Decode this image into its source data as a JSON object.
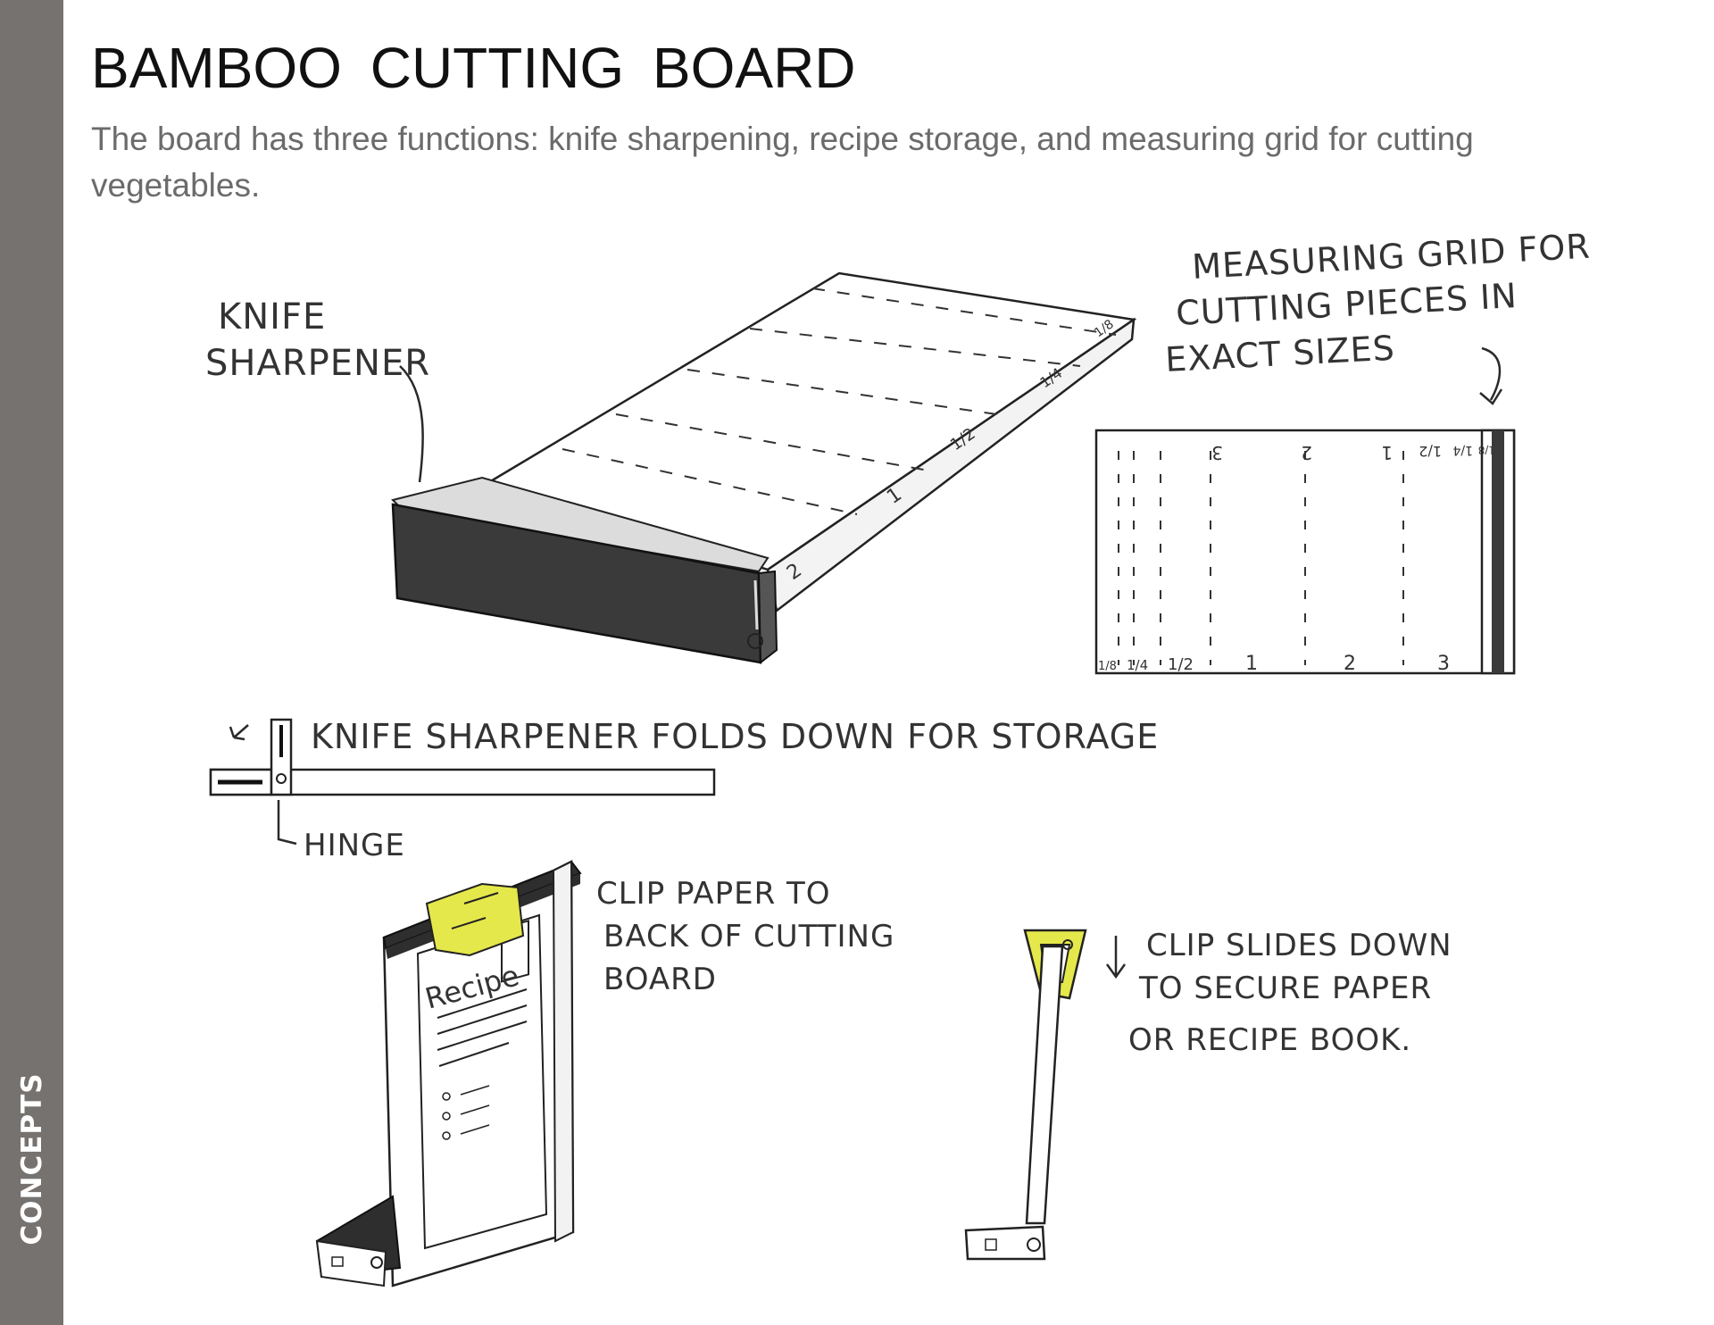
{
  "sidebar": {
    "label": "CONCEPTS"
  },
  "header": {
    "title": "BAMBOO  CUTTING  BOARD",
    "subtitle": "The board has three functions: knife sharpening, recipe storage, and measuring grid for cutting vegetables."
  },
  "sketch": {
    "knife_sharpener_label": [
      "KNIFE",
      "SHARPENER"
    ],
    "measuring_grid_label": [
      "MEASURING GRID FOR",
      "CUTTING PIECES IN",
      "EXACT SIZES"
    ],
    "fold_label": "KNIFE SHARPENER FOLDS DOWN FOR STORAGE",
    "hinge_label": "HINGE",
    "clip_paper_label": [
      "CLIP PAPER TO",
      "BACK OF CUTTING",
      "BOARD"
    ],
    "clip_slides_label": [
      "CLIP SLIDES DOWN",
      "TO SECURE PAPER",
      "OR RECIPE BOOK."
    ],
    "recipe_card_label": "Recipe",
    "grid_top_labels": [
      "1/8",
      "1/4",
      "1/2",
      "1",
      "2",
      "3"
    ],
    "grid_bottom_labels": [
      "1/8",
      "1/4",
      "1/2",
      "1",
      "2",
      "3"
    ],
    "board_edge_labels": [
      "1/8",
      "1/4",
      "1/2",
      "1",
      "2"
    ],
    "highlight_color": "#e5e84a",
    "board_color": "#3a3a3a"
  }
}
